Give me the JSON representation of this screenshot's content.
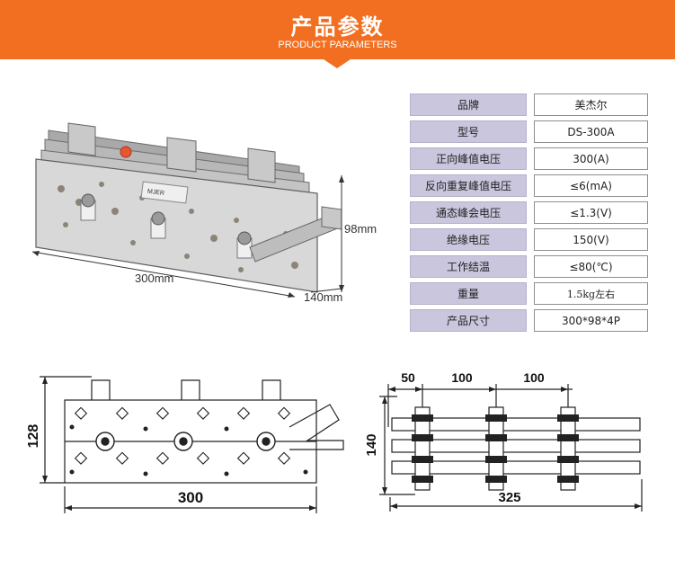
{
  "header": {
    "title": "产品参数",
    "subtitle": "PRODUCT PARAMETERS",
    "color": "#f26f21"
  },
  "photo": {
    "dim_width": "300mm",
    "dim_height": "98mm",
    "dim_depth": "140mm",
    "plate_label": "MJER"
  },
  "params": [
    {
      "key": "品牌",
      "value": "美杰尔"
    },
    {
      "key": "型号",
      "value": "DS-300A"
    },
    {
      "key": "正向峰值电压",
      "value": "300(A)"
    },
    {
      "key": "反向重复峰值电压",
      "value": "≤6(mA)"
    },
    {
      "key": "通态峰会电压",
      "value": "≤1.3(V)"
    },
    {
      "key": "绝缘电压",
      "value": "150(V)"
    },
    {
      "key": "工作结温",
      "value": "≤80(℃)"
    },
    {
      "key": "重量",
      "value": "1.5kg左右"
    },
    {
      "key": "产品尺寸",
      "value": "300*98*4P"
    }
  ],
  "front_drawing": {
    "height_dim": "128",
    "width_dim": "300"
  },
  "side_drawing": {
    "spacing_1": "50",
    "spacing_2": "100",
    "spacing_3": "100",
    "height_dim": "140",
    "width_dim": "325"
  }
}
